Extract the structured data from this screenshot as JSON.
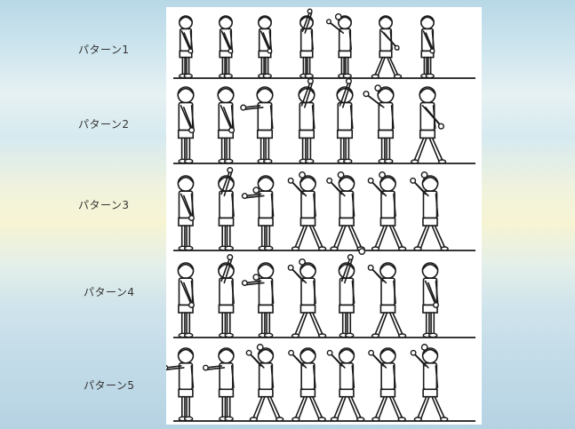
{
  "rows": [
    {
      "label": "パターン1",
      "figures": [
        {
          "pose": "stand"
        },
        {
          "pose": "stand"
        },
        {
          "pose": "stand"
        },
        {
          "pose": "arm-up"
        },
        {
          "pose": "throw-forward",
          "ball": true
        },
        {
          "pose": "follow"
        },
        {
          "pose": "stand"
        }
      ]
    },
    {
      "label": "パターン2",
      "figures": [
        {
          "pose": "stand"
        },
        {
          "pose": "stand"
        },
        {
          "pose": "arm-side"
        },
        {
          "pose": "arm-up"
        },
        {
          "pose": "arm-up"
        },
        {
          "pose": "throw-forward",
          "ball": true
        },
        {
          "pose": "follow"
        }
      ]
    },
    {
      "label": "パターン3",
      "figures": [
        {
          "pose": "stand"
        },
        {
          "pose": "arm-up"
        },
        {
          "pose": "arm-side",
          "ball": true
        },
        {
          "pose": "stride",
          "ball": true
        },
        {
          "pose": "stride",
          "ball": true
        },
        {
          "pose": "stride",
          "ball": true
        },
        {
          "pose": "stride",
          "ball": true
        }
      ]
    },
    {
      "label": "パターン4",
      "figures": [
        {
          "pose": "stand"
        },
        {
          "pose": "arm-up"
        },
        {
          "pose": "arm-side",
          "ball": true
        },
        {
          "pose": "stride",
          "ball": true
        },
        {
          "pose": "arm-up",
          "ball": true
        },
        {
          "pose": "stride"
        },
        {
          "pose": "stand"
        }
      ]
    },
    {
      "label": "パターン5",
      "figures": [
        {
          "pose": "arm-side"
        },
        {
          "pose": "arm-side"
        },
        {
          "pose": "stride",
          "ball": true
        },
        {
          "pose": "stride"
        },
        {
          "pose": "stride"
        },
        {
          "pose": "stride"
        },
        {
          "pose": "stride",
          "ball": true
        }
      ]
    }
  ],
  "colors": {
    "ink": "#1a1a1a",
    "panel": "#ffffff"
  }
}
